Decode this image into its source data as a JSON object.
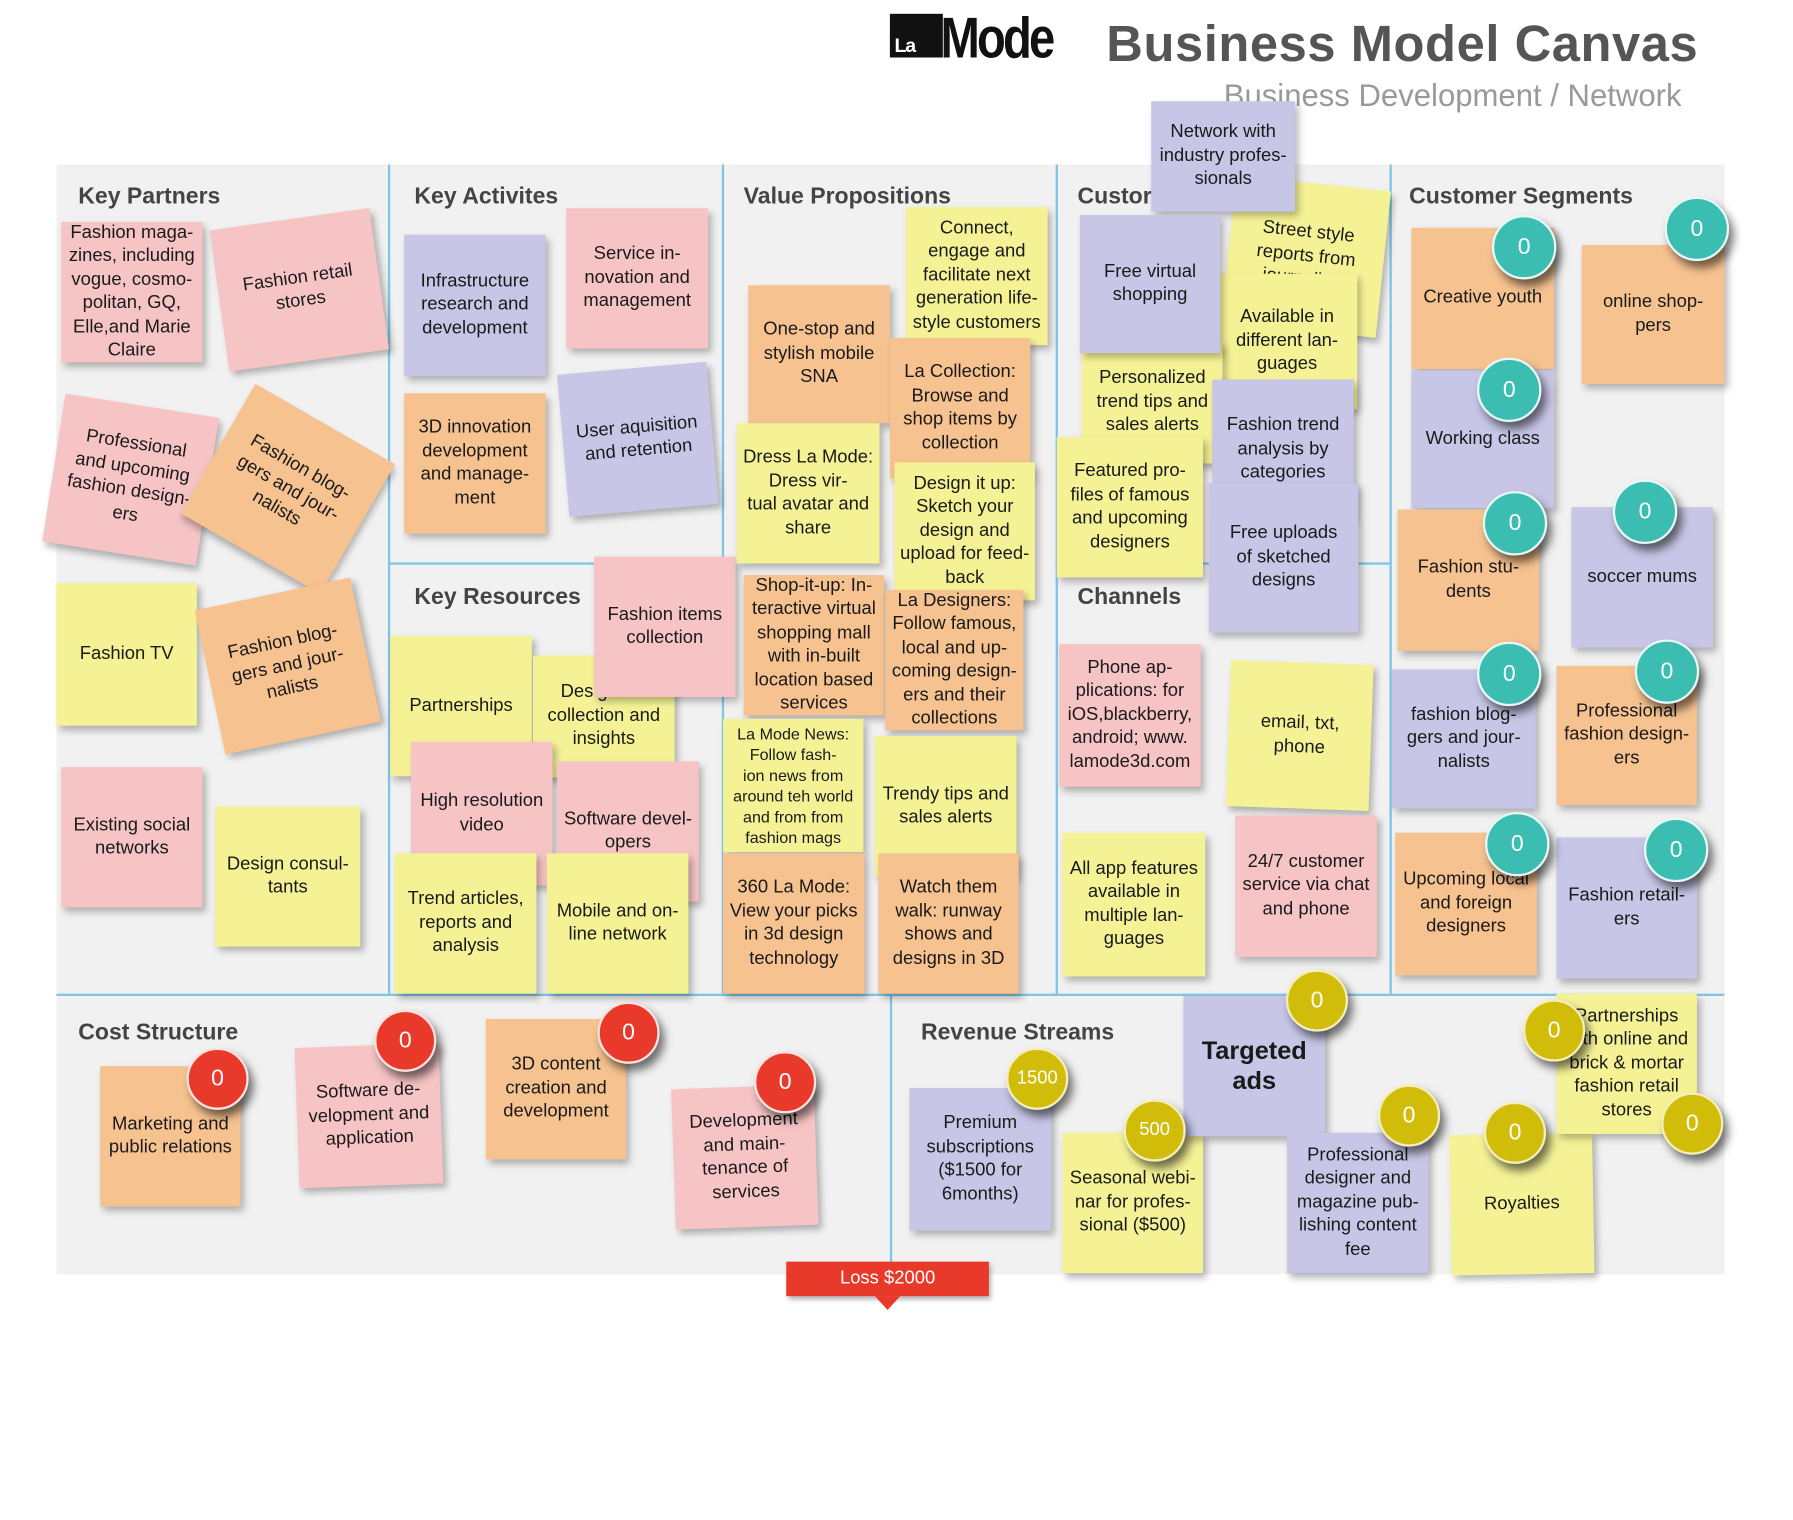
{
  "header": {
    "logo_la": "La",
    "logo_mode": "Mode",
    "title": "Business Model Canvas",
    "subtitle": "Business Development / Network"
  },
  "sections": {
    "key_partners": "Key Partners",
    "key_activities": "Key Activites",
    "value_propositions": "Value Propositions",
    "customer_relationships": "Custor",
    "customer_segments": "Customer Segments",
    "key_resources": "Key Resources",
    "channels": "Channels",
    "cost_structure": "Cost Structure",
    "revenue_streams": "Revenue Streams"
  },
  "notes": {
    "kp1": "Fashion maga-\nzines, including\nvogue, cosmo-\npolitan, GQ,\nElle,and Marie\nClaire",
    "kp2": "Fashion retail\nstores",
    "kp3": "Professional\nand upcoming\nfashion design-\ners",
    "kp4": "Fashion blog-\ngers and jour-\nnalists",
    "kp5": "Fashion TV",
    "kp6": "Fashion blog-\ngers and jour-\nnalists",
    "kp7": "Existing social\nnetworks",
    "kp8": "Design consul-\ntants",
    "ka1": "Infrastructure\nresearch and\ndevelopment",
    "ka2": "Service in-\nnovation and\nmanagement",
    "ka3": "3D innovation\ndevelopment\nand manage-\nment",
    "ka4": "User aquisition\nand retention",
    "kr1": "Partnerships",
    "kr2": "Designer's\ncollection and\ninsights",
    "kr3": "Fashion items\ncollection",
    "kr4": "High resolution\nvideo",
    "kr5": "Software devel-\nopers",
    "kr6": "Trend articles,\nreports and\nanalysis",
    "kr7": "Mobile and on-\nline network",
    "vp1": "Connect,\nengage and\nfacilitate next\ngeneration life-\nstyle customers",
    "vp2": "One-stop and\nstylish mobile\nSNA",
    "vp3": "La Collection:\nBrowse and\nshop items by\ncollection",
    "vp4": "Dress La Mode:\nDress vir-\ntual avatar and\nshare",
    "vp5": "Design it up:\nSketch your\ndesign and\nupload for feed-\nback",
    "vp6": "Shop-it-up: In-\nteractive virtual\nshopping mall\nwith in-built\nlocation based\nservices",
    "vp7": "La Designers:\nFollow famous,\nlocal and up-\ncoming design-\ners and their\ncollections",
    "vp8": "La Mode News:\nFollow fash-\nion news from\naround teh world\nand from from\nfashion mags",
    "vp9": "Trendy tips and\nsales alerts",
    "vp10": "360 La Mode:\nView your picks\nin 3d design\ntechnology",
    "vp11": "Watch them\nwalk: runway\nshows and\ndesigns in 3D",
    "cr1": "Network with\nindustry profes-\nsionals",
    "cr2": "Street style\nreports from\njournalists",
    "cr3": "Free virtual\nshopping",
    "cr4": "Available in\ndifferent lan-\nguages",
    "cr5": "Personalized\ntrend tips and\nsales alerts",
    "cr6": "Fashion trend\nanalysis by\ncategories",
    "cr7": "Featured pro-\nfiles of famous\nand upcoming\ndesigners",
    "cr8": "Free uploads\nof sketched\ndesigns",
    "ch1": "Phone ap-\nplications: for\niOS,blackberry,\nandroid; www.\nlamode3d.com",
    "ch2": "email, txt,\nphone",
    "ch3": "All app features\navailable in\nmultiple lan-\nguages",
    "ch4": "24/7 customer\nservice via chat\nand phone",
    "cs1": "Creative youth",
    "cs2": "online shop-\npers",
    "cs3": "Working class",
    "cs4": "Fashion stu-\ndents",
    "cs5": "soccer mums",
    "cs6": "fashion blog-\ngers and jour-\nnalists",
    "cs7": "Professional\nfashion design-\ners",
    "cs8": "Upcoming local\nand foreign\ndesigners",
    "cs9": "Fashion retail-\ners",
    "co1": "Marketing and\npublic relations",
    "co2": "Software de-\nvelopment and\napplication",
    "co3": "3D content\ncreation and\ndevelopment",
    "co4": "Development\nand main-\ntenance of\nservices",
    "rs1": "Premium\nsubscriptions\n($1500 for\n6months)",
    "rs2": "Seasonal webi-\nnar for profes-\nsional ($500)",
    "rs3": "Targeted ads",
    "rs4": "Professional\ndesigner and\nmagazine pub-\nlishing content\nfee",
    "rs5": "Royalties",
    "rs6": "Partnerships\nwith online and\nbrick & mortar\nfashion retail\nstores"
  },
  "badges": {
    "cs1": "0",
    "cs2": "0",
    "cs3": "0",
    "cs4": "0",
    "cs5": "0",
    "cs6": "0",
    "cs7": "0",
    "cs8": "0",
    "cs9": "0",
    "co1": "0",
    "co2": "0",
    "co3": "0",
    "co4": "0",
    "rs1": "1500",
    "rs2": "500",
    "rs3": "0",
    "rs4": "0",
    "rs5": "0",
    "rs6a": "0",
    "rs6b": "0"
  },
  "loss": "Loss $2000",
  "colors": {
    "yellow": "#f5f296",
    "pink": "#f6c4c5",
    "orange": "#f6c290",
    "lavender": "#c7c6e6",
    "teal_badge": "#3bbdb2",
    "red_badge": "#e8392b",
    "gold_badge": "#d1bd09",
    "grid_line": "#7fc6e6"
  }
}
